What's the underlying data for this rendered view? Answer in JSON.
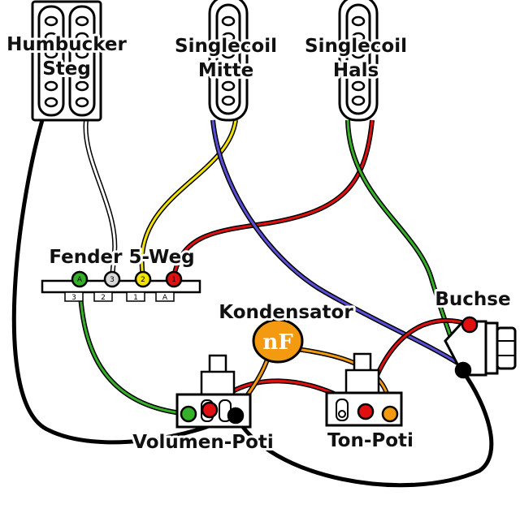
{
  "labels": {
    "humbucker_line1": "Humbucker",
    "humbucker_line2": "Steg",
    "single_mid_line1": "Singlecoil",
    "single_mid_line2": "Mitte",
    "single_neck_line1": "Singlecoil",
    "single_neck_line2": "Hals",
    "switch": "Fender 5-Weg",
    "capacitor": "Kondensator",
    "capacitor_value": "nF",
    "jack": "Buchse",
    "volume_pot": "Volumen-Poti",
    "tone_pot": "Ton-Poti"
  },
  "switch_lugs": [
    "A",
    "3",
    "2",
    "1"
  ],
  "switch_rail_labels": [
    "3",
    "2",
    "1",
    "A"
  ],
  "colors": {
    "black": "#000000",
    "white": "#ffffff",
    "yellow": "#f2e300",
    "red": "#e01010",
    "green": "#36b028",
    "blue": "#5a4ed6",
    "orange": "#f39a10",
    "cream": "#ffffff",
    "lug_gray": "#d8d8d8"
  }
}
